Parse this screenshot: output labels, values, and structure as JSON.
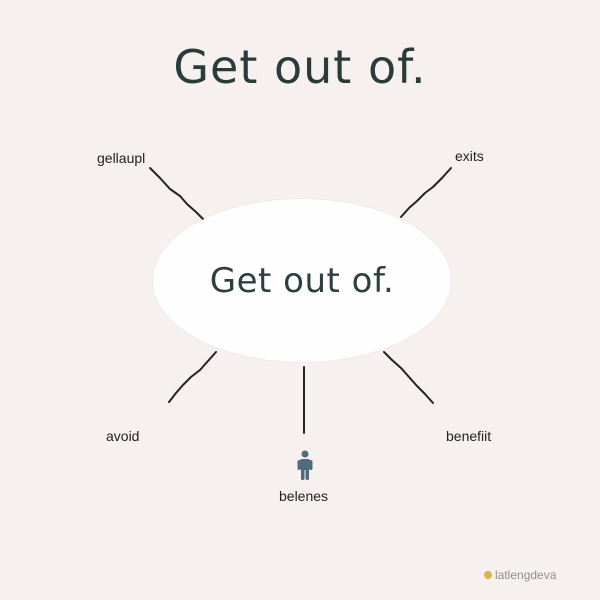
{
  "title": "Get out of.",
  "center": {
    "label": "Get out of."
  },
  "nodes": {
    "top_left": "gellaupl",
    "top_right": "exits",
    "bottom_left": "avoid",
    "bottom_right": "benefiit",
    "bottom_center": "belenes"
  },
  "icons": {
    "person": "person-icon"
  },
  "watermark": "latlengdeva",
  "colors": {
    "background": "#f6f1ef",
    "ellipse": "#ffffff",
    "text": "#2a3b3c",
    "icon": "#4d6d7a"
  }
}
